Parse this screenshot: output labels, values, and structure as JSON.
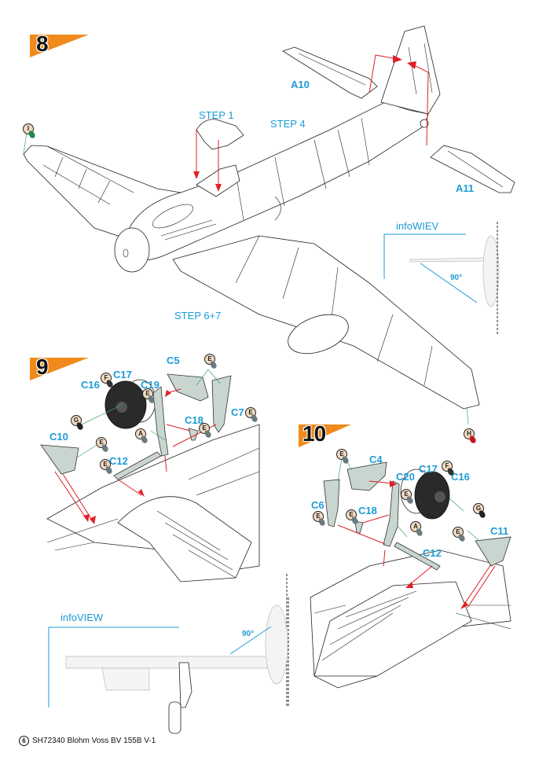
{
  "document": {
    "title": "SH72340 Blohm Voss BV 155B V-1",
    "page_number": "6",
    "accent_color": "#f08a1c",
    "label_color": "#1d9bd7",
    "arrow_color": "#e01f26"
  },
  "steps": [
    {
      "number": "8",
      "labels": {
        "step1": "STEP 1",
        "step4": "STEP 4",
        "step67": "STEP 6+7",
        "a10": "A10",
        "a11": "A11",
        "info_title": "infoWIEV",
        "info_angle": "90°"
      },
      "paints": [
        "I",
        "H"
      ]
    },
    {
      "number": "9",
      "labels": {
        "c5": "C5",
        "c7": "C7",
        "c10": "C10",
        "c12": "C12",
        "c16": "C16",
        "c17": "C17",
        "c18": "C18",
        "c19": "C19",
        "info_title": "infoVIEW",
        "info_angle": "90°"
      },
      "paints": [
        "E",
        "F",
        "G",
        "A",
        "E",
        "E",
        "E",
        "E",
        "E"
      ]
    },
    {
      "number": "10",
      "labels": {
        "c4": "C4",
        "c6": "C6",
        "c11": "C11",
        "c12": "C12",
        "c16": "C16",
        "c17": "C17",
        "c18": "C18",
        "c20": "C20"
      },
      "paints": [
        "E",
        "E",
        "E",
        "F",
        "G",
        "A",
        "E",
        "E"
      ]
    }
  ],
  "paint_colors": {
    "A": "#6a7a80",
    "E": "#6a7a80",
    "F": "#333333",
    "G": "#222222",
    "H": "#c4161c",
    "I": "#1f8a4c"
  }
}
